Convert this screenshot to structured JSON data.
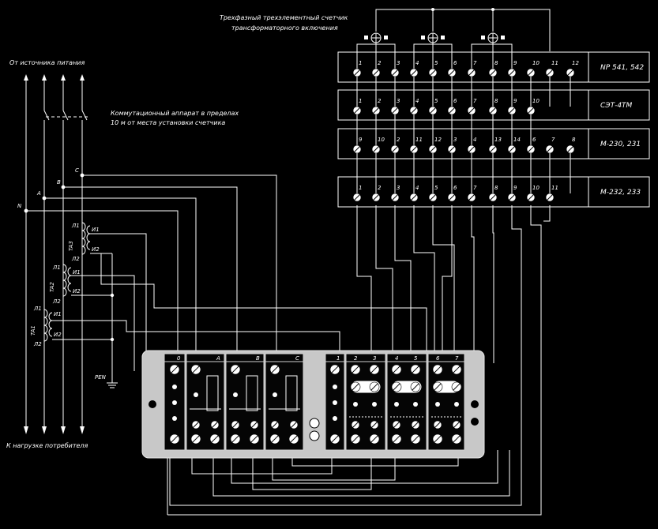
{
  "title_meter_line1": "Трехфазный трехэлементный счетчик",
  "title_meter_line2": "трансформаторного включения",
  "label_source": "От источника питания",
  "label_switch_line1": "Коммутационный аппарат в пределах",
  "label_switch_line2": "10 м от места установки счетчика",
  "label_load": "К нагрузке потребителя",
  "label_pen": "PEN",
  "phase_labels": {
    "n": "N",
    "a": "A",
    "b": "B",
    "c": "C"
  },
  "ct": {
    "ta1": "TA1",
    "ta2": "TA2",
    "ta3": "TA3",
    "l1": "Л1",
    "l2": "Л2",
    "i1": "И1",
    "i2": "И2"
  },
  "meter_models": [
    "NP 541, 542",
    "СЭТ-4ТМ",
    "М-230, 231",
    "М-232, 233"
  ],
  "meter_row_numbers": [
    [
      "1",
      "2",
      "3",
      "4",
      "5",
      "6",
      "7",
      "8",
      "9",
      "10",
      "11",
      "12"
    ],
    [
      "1",
      "2",
      "3",
      "4",
      "5",
      "6",
      "7",
      "8",
      "9",
      "10"
    ],
    [
      "9",
      "10",
      "2",
      "11",
      "12",
      "3",
      "4",
      "13",
      "14",
      "6",
      "7",
      "8"
    ],
    [
      "1",
      "2",
      "3",
      "4",
      "5",
      "6",
      "7",
      "8",
      "9",
      "10",
      "11"
    ]
  ],
  "test_box_headers": [
    "0",
    "A",
    "B",
    "C",
    "1",
    "2",
    "3",
    "4",
    "5",
    "6",
    "7"
  ],
  "colors": {
    "background": "#000000",
    "wire": "#ffffff",
    "panel": "#c8c8c8"
  },
  "icons": [
    "terminal-screw-icon",
    "ground-icon",
    "current-transformer-icon"
  ]
}
